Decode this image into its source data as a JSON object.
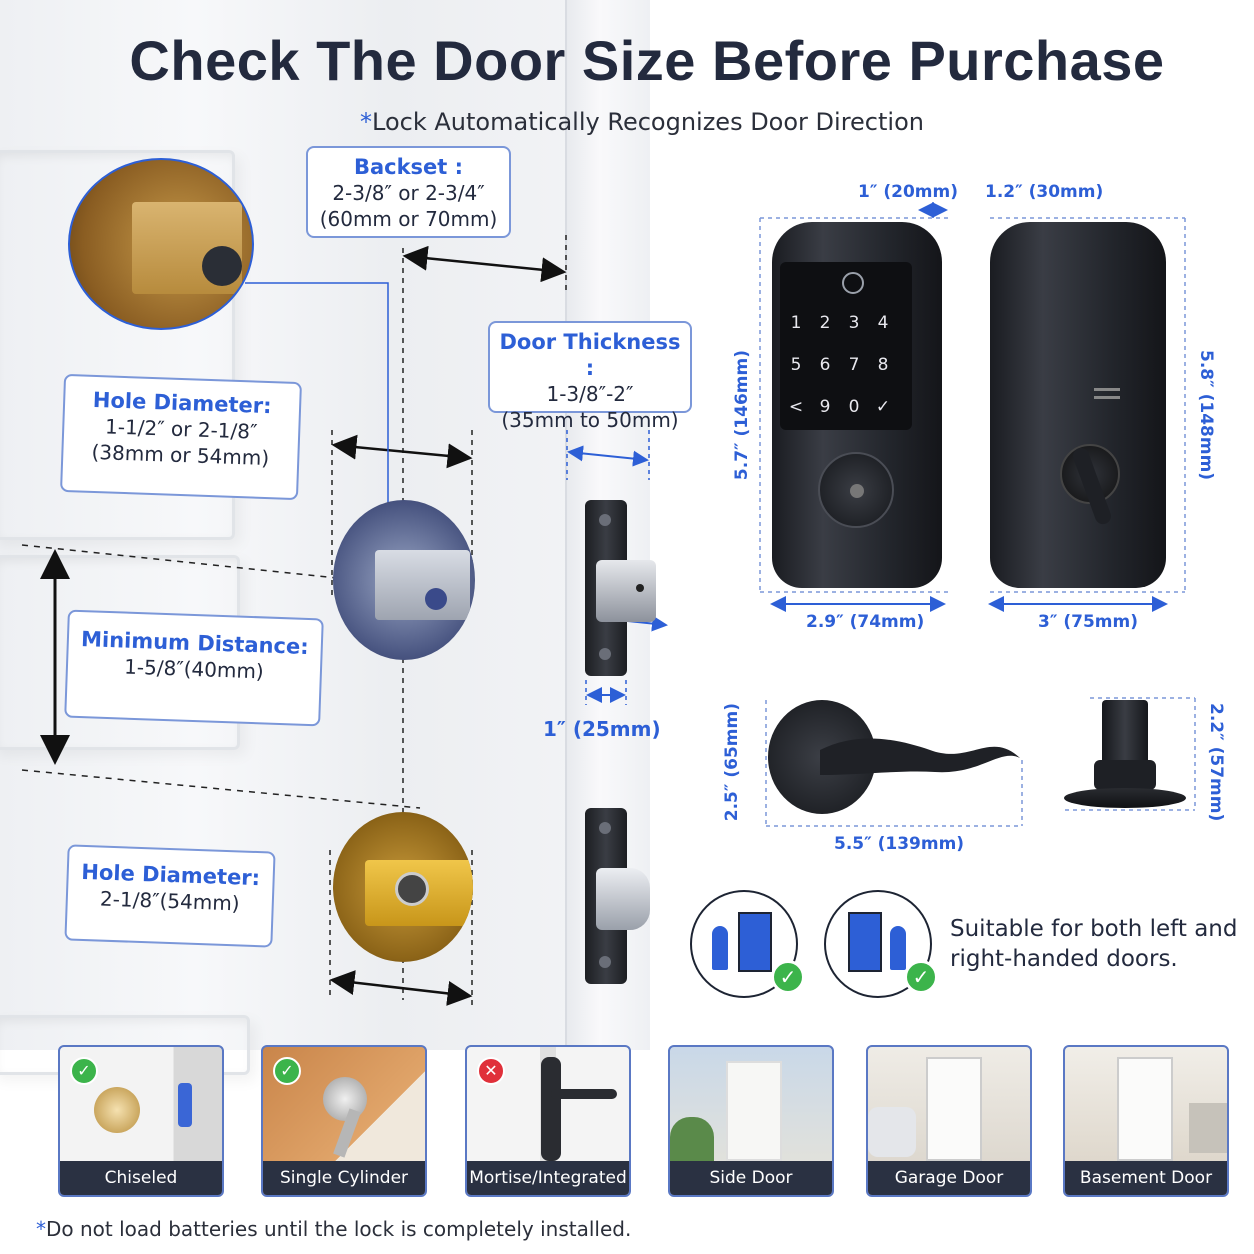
{
  "title": "Check The Door Size Before Purchase",
  "subtitle": {
    "star": "*",
    "text": "Lock Automatically Recognizes Door Direction"
  },
  "callouts": {
    "backset": {
      "heading": "Backset :",
      "line1": "2-3/8″ or 2-3/4″",
      "line2": "(60mm or 70mm)"
    },
    "hole_diameter_top": {
      "heading": "Hole Diameter:",
      "line1": "1-1/2″ or 2-1/8″",
      "line2": "(38mm or 54mm)"
    },
    "door_thickness": {
      "heading": "Door Thickness :",
      "line1": "1-3/8″-2″",
      "line2": "(35mm to 50mm)"
    },
    "minimum_distance": {
      "heading": "Minimum Distance:",
      "line1": "1-5/8″(40mm)"
    },
    "hole_diameter_bottom": {
      "heading": "Hole Diameter:",
      "line1": "2-1/8″(54mm)"
    }
  },
  "dimensions": {
    "latch_plate_width": "1″ (25mm)",
    "front_depth": "1″ (20mm)",
    "back_depth": "1.2″ (30mm)",
    "front_height": "5.7″ (146mm)",
    "back_height": "5.8″ (148mm)",
    "front_width": "2.9″ (74mm)",
    "back_width": "3″ (75mm)",
    "lever_height": "2.5″ (65mm)",
    "lever_length": "5.5″ (139mm)",
    "knob_height": "2.2″ (57mm)"
  },
  "keypad": {
    "keys": [
      "1",
      "2",
      "3",
      "4",
      "5",
      "6",
      "7",
      "8",
      "<",
      "9",
      "0",
      "✓"
    ]
  },
  "suitable_text": "Suitable for both left and right-handed doors.",
  "door_types": [
    {
      "label": "Chiseled",
      "status": "check",
      "symbol": "✓"
    },
    {
      "label": "Single Cylinder",
      "status": "check",
      "symbol": "✓"
    },
    {
      "label": "Mortise/Integrated",
      "status": "cross",
      "symbol": "✕"
    },
    {
      "label": "Side Door",
      "status": "none",
      "symbol": ""
    },
    {
      "label": "Garage Door",
      "status": "none",
      "symbol": ""
    },
    {
      "label": "Basement Door",
      "status": "none",
      "symbol": ""
    }
  ],
  "colors": {
    "accent": "#2d5fd6",
    "title": "#232a3e",
    "check": "#3cb44b",
    "cross": "#e0303a",
    "caption_bg": "#2a3142"
  },
  "footnote": {
    "star": "*",
    "text": "Do not load batteries until the lock is completely installed."
  }
}
